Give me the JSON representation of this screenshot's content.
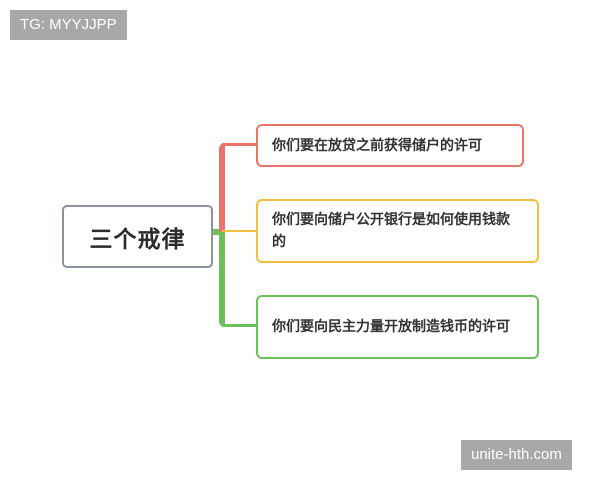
{
  "watermarks": {
    "top_left": "TG: MYYJJPP",
    "bottom_right": "unite-hth.com"
  },
  "mindmap": {
    "root": {
      "label": "三个戒律",
      "border_color": "#8a92a3"
    },
    "branches": [
      {
        "label": "你们要在放贷之前获得储户的许可",
        "color": "#e8756a"
      },
      {
        "label": "你们要向储户公开银行是如何使用钱款的",
        "color": "#f0c040"
      },
      {
        "label": "你们要向民主力量开放制造钱币的许可",
        "color": "#6cc05a"
      }
    ]
  }
}
